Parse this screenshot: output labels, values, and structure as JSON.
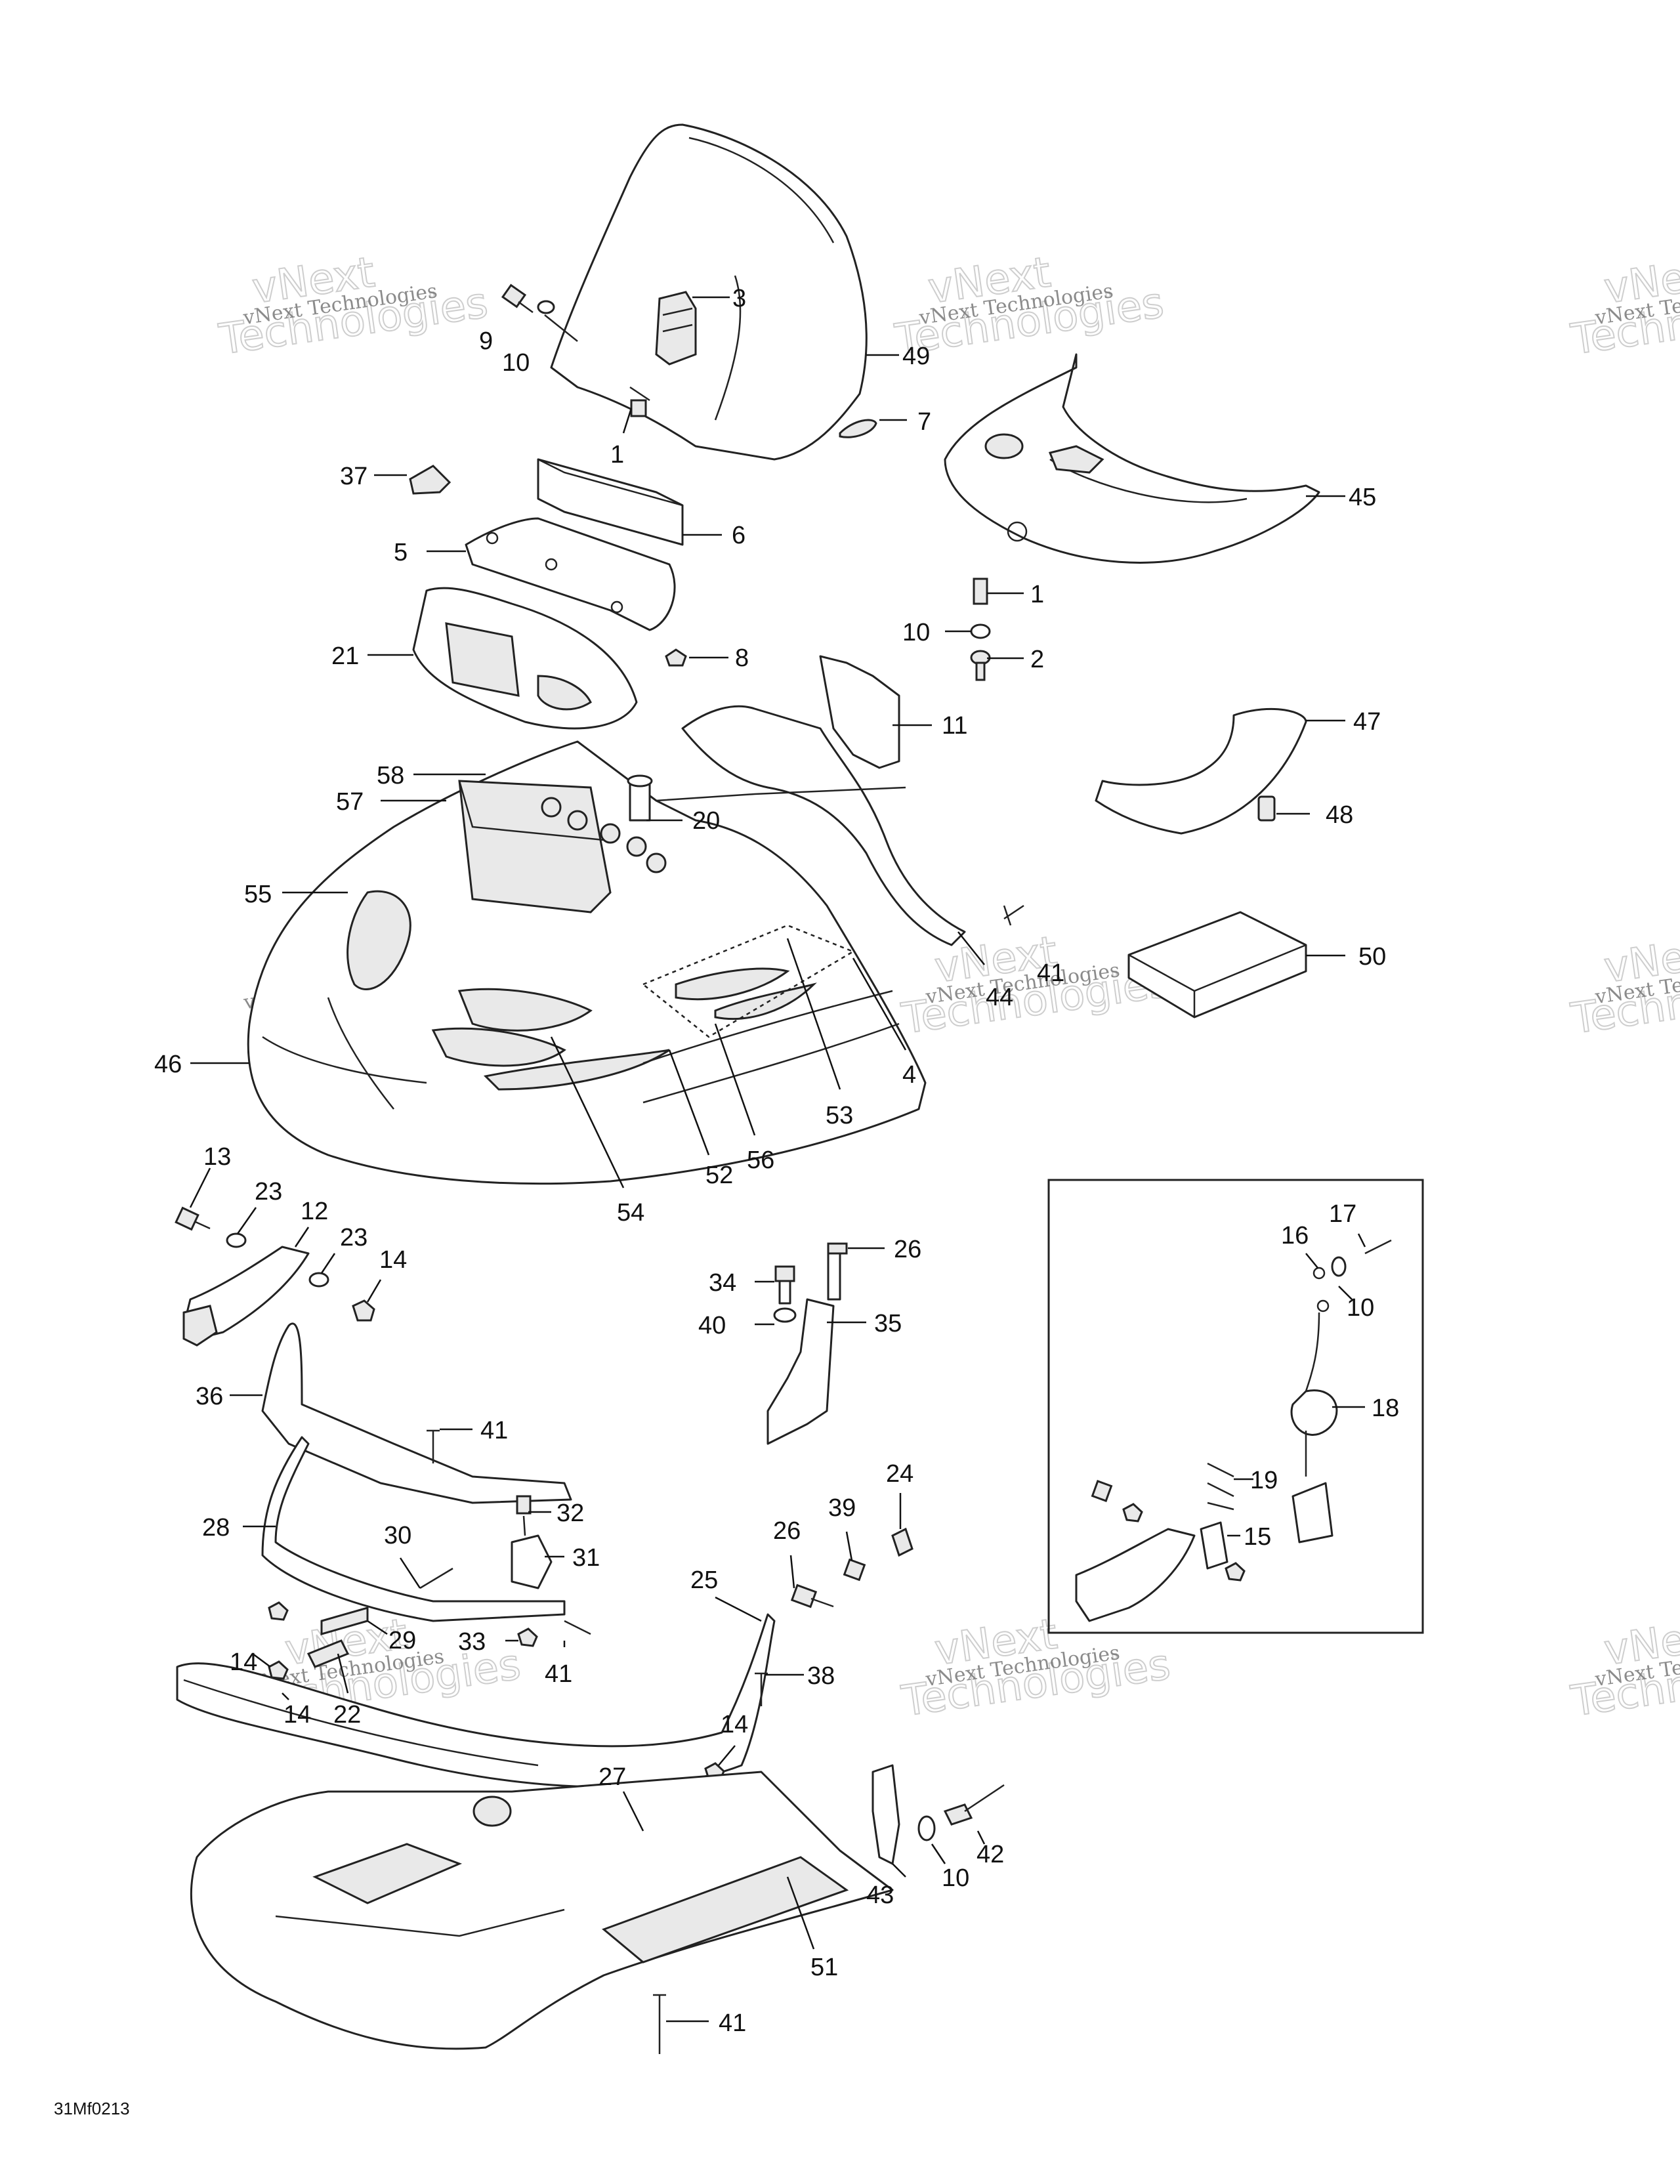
{
  "figure_code": "31Mf0213",
  "watermark": {
    "line1": "vNext",
    "line2": "Technologies",
    "small": "vNext Technologies"
  },
  "labels": {
    "l1": "9",
    "l2": "10",
    "l3": "3",
    "l4": "49",
    "l5": "1",
    "l6": "7",
    "l7": "45",
    "l8": "37",
    "l9": "6",
    "l10": "5",
    "l11": "1",
    "l12": "10",
    "l13": "2",
    "l14": "21",
    "l15": "8",
    "l16": "11",
    "l17": "47",
    "l18": "58",
    "l19": "20",
    "l20": "57",
    "l21": "48",
    "l22": "55",
    "l23": "41",
    "l24": "50",
    "l25": "44",
    "l26": "46",
    "l27": "53",
    "l28": "4",
    "l29": "56",
    "l30": "52",
    "l31": "54",
    "l32": "13",
    "l33": "23",
    "l34": "12",
    "l35": "23",
    "l36": "14",
    "l37": "17",
    "l38": "16",
    "l39": "10",
    "l40": "26",
    "l41": "34",
    "l42": "40",
    "l43": "35",
    "l44": "18",
    "l45": "36",
    "l46": "41",
    "l47": "19",
    "l48": "24",
    "l49": "32",
    "l50": "39",
    "l51": "28",
    "l52": "26",
    "l53": "30",
    "l54": "31",
    "l55": "15",
    "l56": "25",
    "l57": "29",
    "l58": "33",
    "l59": "41",
    "l60": "14",
    "l61": "38",
    "l62": "14",
    "l63": "22",
    "l64": "14",
    "l65": "27",
    "l66": "42",
    "l67": "10",
    "l68": "43",
    "l69": "51",
    "l70": "41"
  }
}
